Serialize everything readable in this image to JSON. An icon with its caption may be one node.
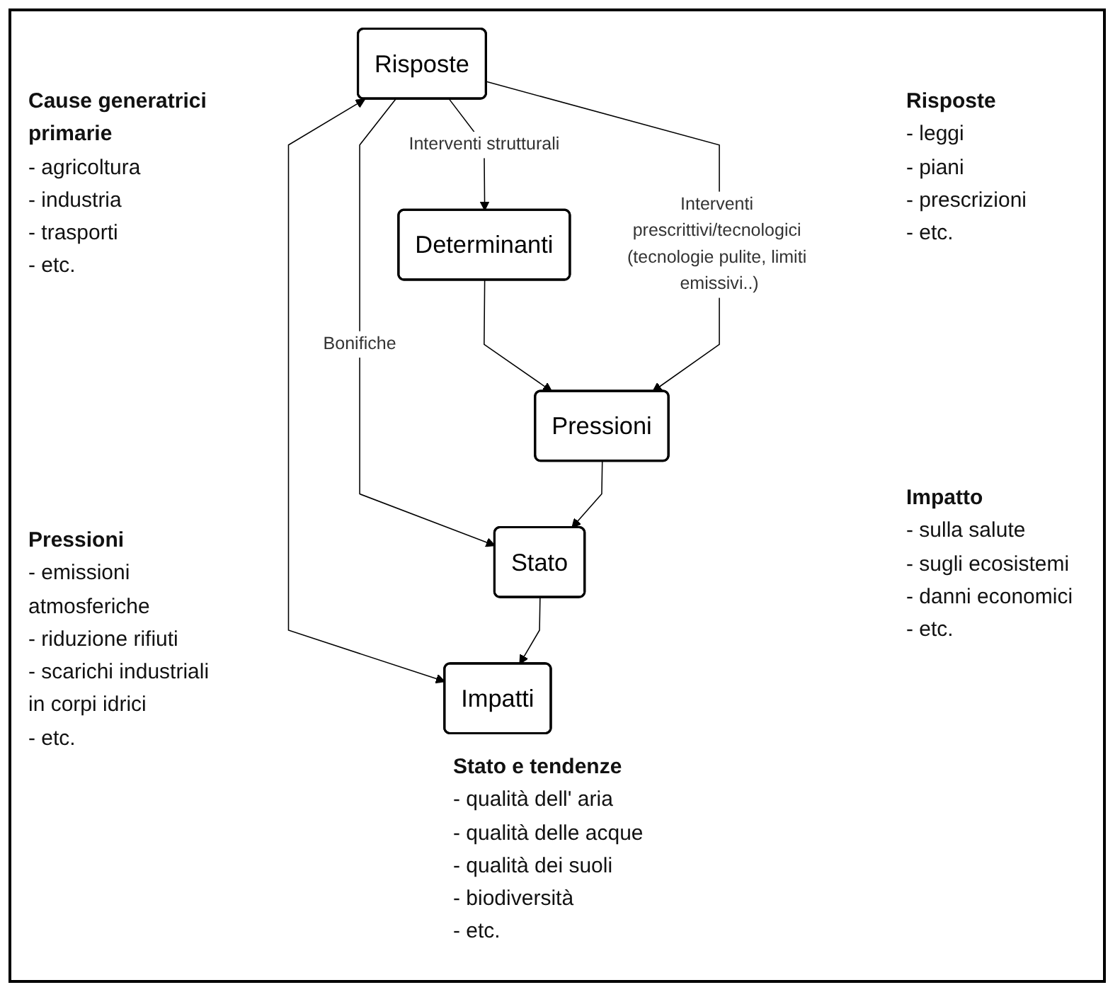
{
  "diagram": {
    "nodes": [
      {
        "text": [
          "Determinanti"
        ]
      },
      {
        "text": [
          "Risposte"
        ]
      },
      {
        "text": [
          "Impatti"
        ]
      },
      {
        "text": [
          "Pressioni"
        ]
      },
      {
        "text": [
          "Stato"
        ]
      }
    ],
    "edges": [
      {
        "from": 1,
        "to": 0,
        "arrow": "to",
        "label": "Interventi strutturali"
      },
      {
        "from": 0,
        "to": 3,
        "arrow": "to"
      },
      {
        "from": 1,
        "to": 3,
        "arrow": "to",
        "label": "Interventi prescrittivi/tecnologici (tecnologie pulite, limiti emissivi..)"
      },
      {
        "from": 1,
        "to": 4,
        "arrow": "to",
        "label": "Bonifiche"
      },
      {
        "from": 1,
        "to": 2,
        "arrow": "both"
      },
      {
        "from": 3,
        "to": 4,
        "arrow": "to"
      },
      {
        "from": 4,
        "to": 2,
        "arrow": "to"
      }
    ],
    "labels": [
      "Cause generatrici primarie",
      "- agricoltura",
      "- industria",
      "- trasporti",
      "- etc.",
      "Risposte",
      "- leggi",
      "- piani",
      "- prescrizioni",
      "- etc.",
      "Impatto",
      "- sulla salute",
      "- sugli ecosistemi",
      "- danni economici",
      "- etc.",
      "Pressioni",
      "- emissioni atmosferiche",
      "- riduzione rifiuti",
      "- scarichi industriali in corpi idrici",
      "- etc.",
      "Stato e tendenze",
      "- qualità dell' aria",
      "- qualità delle acque",
      "- qualità dei suoli",
      "- biodiversità",
      "- etc."
    ]
  }
}
